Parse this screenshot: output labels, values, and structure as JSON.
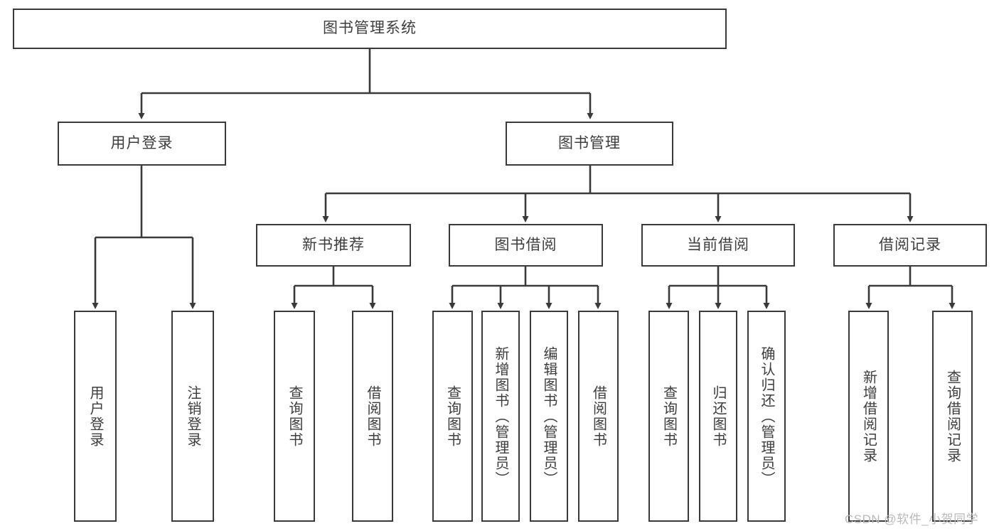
{
  "diagram": {
    "title": "图书管理系统",
    "type": "hierarchy-tree",
    "root": {
      "label": "图书管理系统"
    },
    "level2": [
      {
        "label": "用户登录"
      },
      {
        "label": "图书管理"
      }
    ],
    "level3": [
      {
        "label": "新书推荐"
      },
      {
        "label": "图书借阅"
      },
      {
        "label": "当前借阅"
      },
      {
        "label": "借阅记录"
      }
    ],
    "leaves": {
      "user_login": [
        {
          "label": "用户登录"
        },
        {
          "label": "注销登录"
        }
      ],
      "new_book_recommend": [
        {
          "label": "查询图书"
        },
        {
          "label": "借阅图书"
        }
      ],
      "book_borrow": [
        {
          "label": "查询图书"
        },
        {
          "label": "新增图书（管理员）"
        },
        {
          "label": "编辑图书（管理员）"
        },
        {
          "label": "借阅图书"
        }
      ],
      "current_borrow": [
        {
          "label": "查询图书"
        },
        {
          "label": "归还图书"
        },
        {
          "label": "确认归还（管理员）"
        }
      ],
      "borrow_record": [
        {
          "label": "新增借阅记录"
        },
        {
          "label": "查询借阅记录"
        }
      ]
    }
  },
  "watermark": {
    "text": "CSDN @软件_小贺同学"
  },
  "colors": {
    "stroke": "#3a3a3a",
    "text": "#3d3d3d",
    "background": "#ffffff",
    "watermark": "#b9b9b9"
  }
}
